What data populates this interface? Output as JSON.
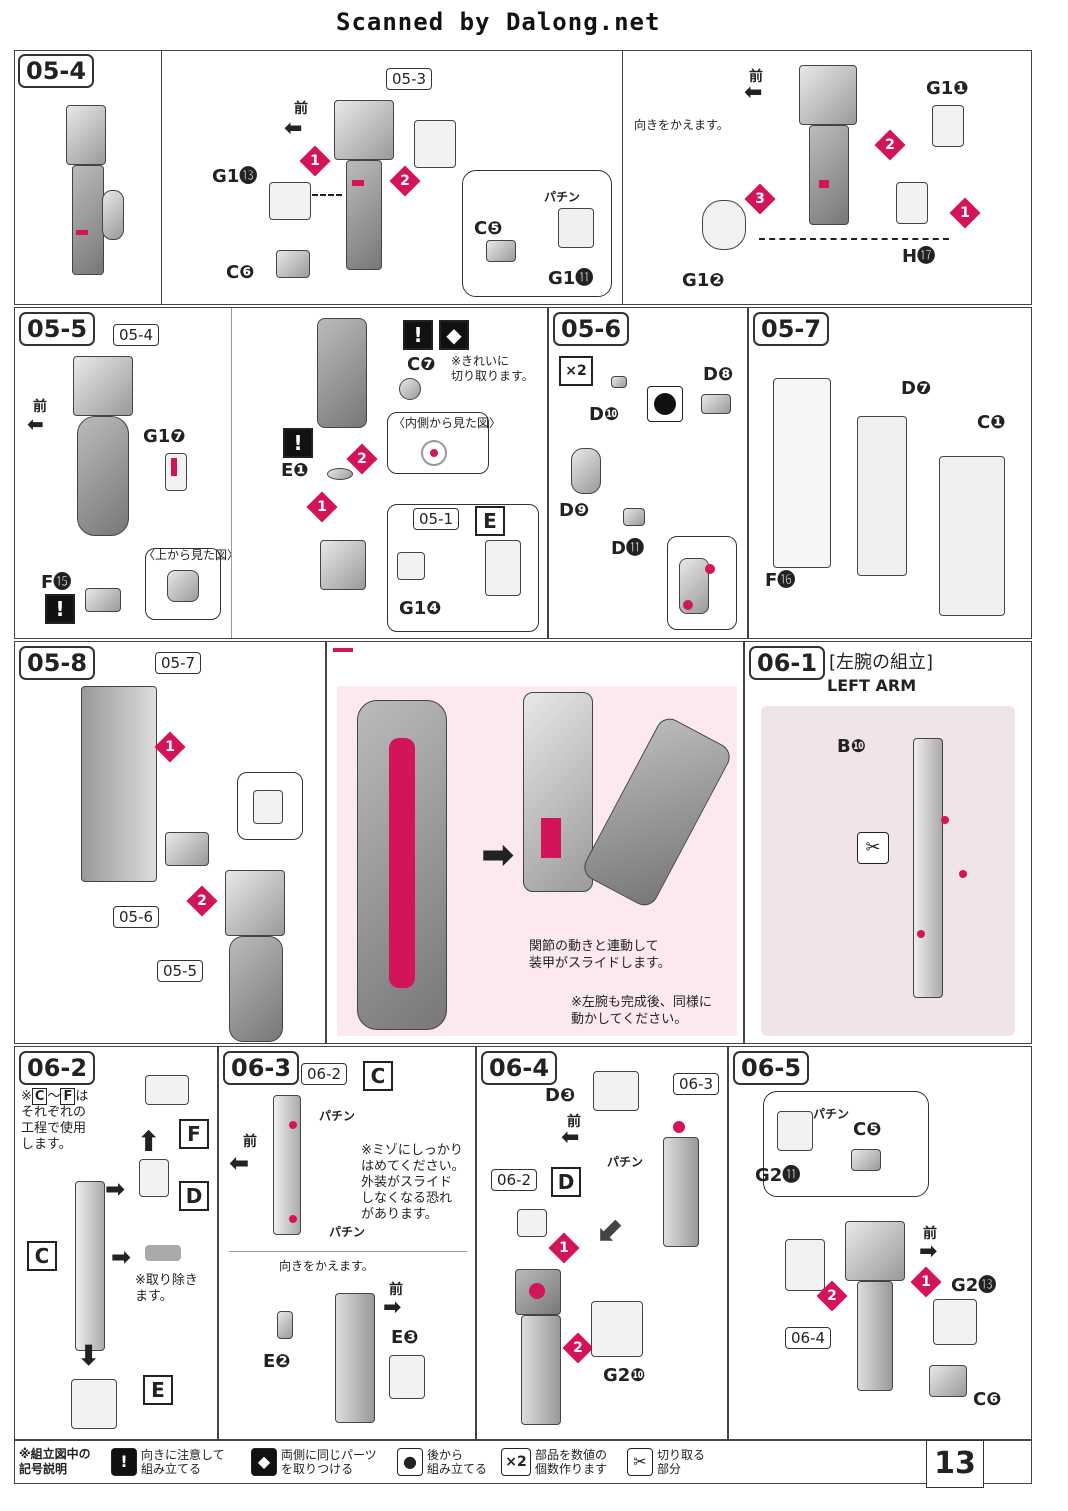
{
  "header": {
    "scanner": "Scanned by Dalong.net"
  },
  "page_number": "13",
  "steps": {
    "s05_4": {
      "label": "05-4",
      "ref": "05-3",
      "front": "前",
      "g1_13": "G1⓭",
      "c6": "C❻",
      "c5": "C❺",
      "g1_11": "G1⓫",
      "pachin": "パチン",
      "turn": "向きをかえます。",
      "g1_1": "G1❶",
      "g1_2": "G1❷",
      "h17": "H⓱"
    },
    "s05_5": {
      "label": "05-5",
      "ref": "05-4",
      "front": "前",
      "g1_7": "G1❼",
      "f15": "F⓯",
      "top_view": "〈上から見た図〉",
      "c7": "C❼",
      "c7_note": "※きれいに\n切り取ります。",
      "e1": "E❶",
      "inner_view": "〈内側から見た図〉",
      "ref2": "05-1",
      "ref2_letter": "E",
      "g1_4": "G1❹"
    },
    "s05_6": {
      "label": "05-6",
      "x2": "×2",
      "d8": "D❽",
      "d10": "D❿",
      "d9": "D❾",
      "d11": "D⓫"
    },
    "s05_7": {
      "label": "05-7",
      "d7": "D❼",
      "c1": "C❶",
      "f16": "F⓰"
    },
    "s05_8": {
      "label": "05-8",
      "ref_top": "05-7",
      "ref_mid": "05-6",
      "ref_bot": "05-5"
    },
    "right_arm": {
      "title": "右腕の可動",
      "note1": "関節の動きと連動して\n装甲がスライドします。",
      "note2": "※左腕も完成後、同様に\n動かしてください。"
    },
    "s06_1": {
      "label": "06-1",
      "title_jp": "[左腕の組立]",
      "title_en": "LEFT ARM",
      "b10": "B❿"
    },
    "s06_2": {
      "label": "06-2",
      "note": "※C～Fは\nそれぞれの\n工程で使用\nします。",
      "remove_note": "※取り除き\nます。",
      "F": "F",
      "D": "D",
      "C": "C",
      "E": "E"
    },
    "s06_3": {
      "label": "06-3",
      "ref": "06-2",
      "ref_letter": "C",
      "front": "前",
      "pachin": "パチン",
      "note": "※ミゾにしっかり\nはめてください。\n外装がスライド\nしなくなる恐れ\nがあります。",
      "turn": "向きをかえます。",
      "front2": "前",
      "e3": "E❸",
      "e2": "E❷"
    },
    "s06_4": {
      "label": "06-4",
      "d3": "D❸",
      "front": "前",
      "ref": "06-3",
      "ref2": "06-2",
      "ref2_letter": "D",
      "pachin": "パチン",
      "g2_10": "G2❿"
    },
    "s06_5": {
      "label": "06-5",
      "c5": "C❺",
      "g2_11": "G2⓫",
      "pachin": "パチン",
      "front": "前",
      "g2_13": "G2⓭",
      "ref": "06-4",
      "c6": "C❻"
    }
  },
  "legend": {
    "title": "※組立図中の\n記号説明",
    "items": [
      {
        "icon": "!",
        "text": "向きに注意して\n組み立てる"
      },
      {
        "icon": "◆",
        "text": "両側に同じパーツ\nを取りつける"
      },
      {
        "icon": "●",
        "text": "後から\n組み立てる"
      },
      {
        "icon": "×2",
        "text": "部品を数値の\n個数作ります"
      },
      {
        "icon": "✂",
        "text": "切り取る\n部分"
      }
    ]
  },
  "colors": {
    "accent": "#d4145a",
    "border": "#444444"
  }
}
